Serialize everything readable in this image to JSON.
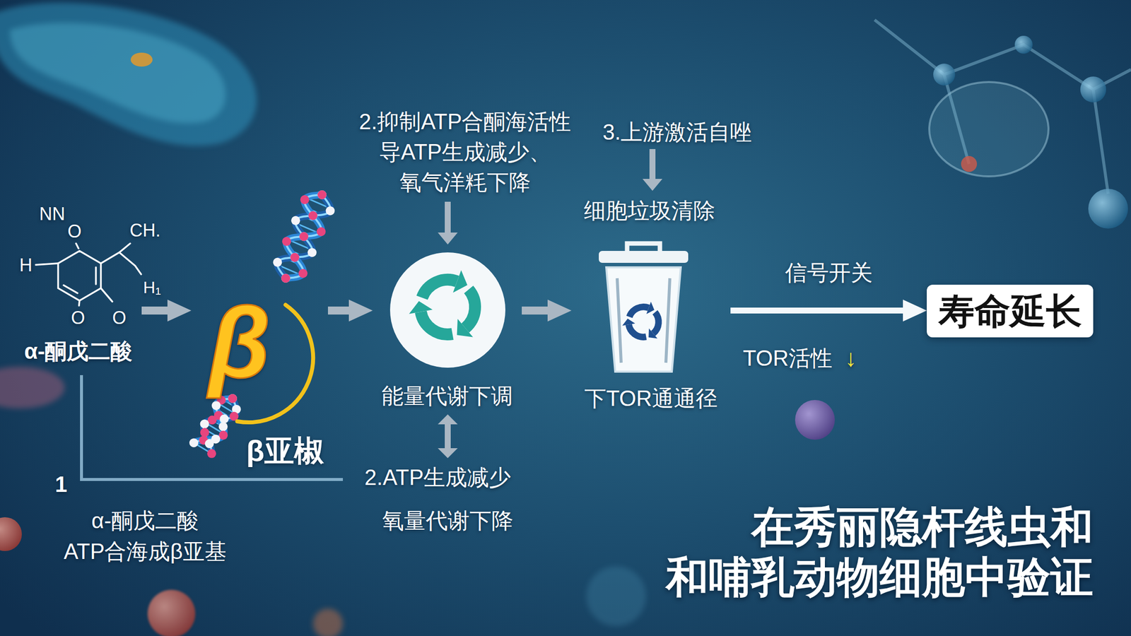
{
  "diagram": {
    "caption": "在秀丽隐杆线虫和 和哺乳动物细胞中验证",
    "nodes": [
      {
        "text": [
          "α-酮戊二酸"
        ]
      },
      {
        "text": [
          "β亚椒"
        ]
      },
      {
        "text": [
          "能量代谢下调"
        ]
      },
      {
        "text": [
          "下TOR通通径"
        ]
      },
      {
        "text": [
          "寿命延长"
        ]
      }
    ],
    "edges": [
      {
        "from": 0,
        "to": 1,
        "arrow": "to"
      },
      {
        "from": 1,
        "to": 2,
        "arrow": "to"
      },
      {
        "from": 2,
        "to": 3,
        "arrow": "to"
      },
      {
        "from": 3,
        "to": 4,
        "arrow": "to",
        "label": "信号开关"
      }
    ],
    "labels": [
      "NN",
      "O",
      "CH.",
      "H",
      "H₁",
      "O",
      "O",
      "β",
      "2.抑制ATP合酮海活性 导ATP生成减少、 氧气洋粍下降",
      "3.上游激活自唑",
      "细胞垃圾清除",
      "TOR活性",
      "↓",
      "2.ATP生成减少",
      "氧量代谢下降",
      "1",
      "α-酮戊二酸 ATP合海成β亚基"
    ]
  }
}
